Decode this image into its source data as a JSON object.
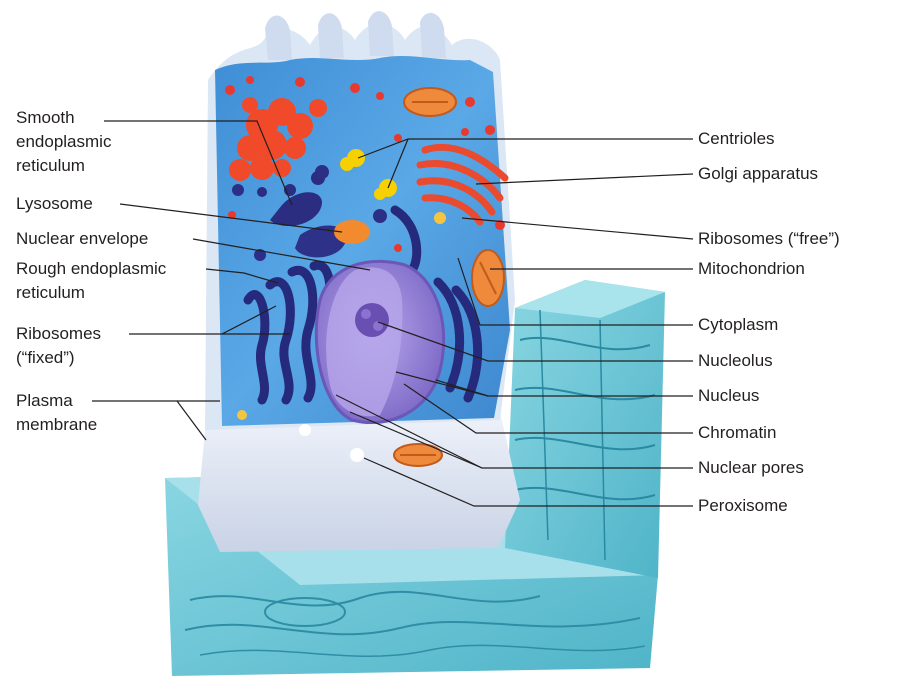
{
  "labels_left": [
    {
      "id": "smooth-er",
      "lines": [
        "Smooth",
        "endoplasmic",
        "reticulum"
      ]
    },
    {
      "id": "lysosome",
      "lines": [
        "Lysosome"
      ]
    },
    {
      "id": "nuclear-envelope",
      "lines": [
        "Nuclear envelope"
      ]
    },
    {
      "id": "rough-er",
      "lines": [
        "Rough endoplasmic",
        "reticulum"
      ]
    },
    {
      "id": "ribosomes-fixed",
      "lines": [
        "Ribosomes",
        "(“fixed”)"
      ]
    },
    {
      "id": "plasma-membrane",
      "lines": [
        "Plasma",
        "membrane"
      ]
    }
  ],
  "labels_right": [
    {
      "id": "centrioles",
      "text": "Centrioles"
    },
    {
      "id": "golgi",
      "text": "Golgi apparatus"
    },
    {
      "id": "ribosomes-free",
      "text": "Ribosomes (“free”)"
    },
    {
      "id": "mitochondrion",
      "text": "Mitochondrion"
    },
    {
      "id": "cytoplasm",
      "text": "Cytoplasm"
    },
    {
      "id": "nucleolus",
      "text": "Nucleolus"
    },
    {
      "id": "nucleus",
      "text": "Nucleus"
    },
    {
      "id": "chromatin",
      "text": "Chromatin"
    },
    {
      "id": "nuclear-pores",
      "text": "Nuclear pores"
    },
    {
      "id": "peroxisome",
      "text": "Peroxisome"
    }
  ],
  "colors": {
    "label_text": "#231f20",
    "leader_line": "#231f20",
    "cytoplasm": "#4f9fe0",
    "tissue": "#7fd1df",
    "membrane": "#e3eaf4",
    "nucleus": "#9a86d8",
    "rough_er": "#2c2f86",
    "golgi": "#ee4a2f",
    "mitochondrion": "#f08a3a",
    "centrioles": "#f6d000"
  }
}
